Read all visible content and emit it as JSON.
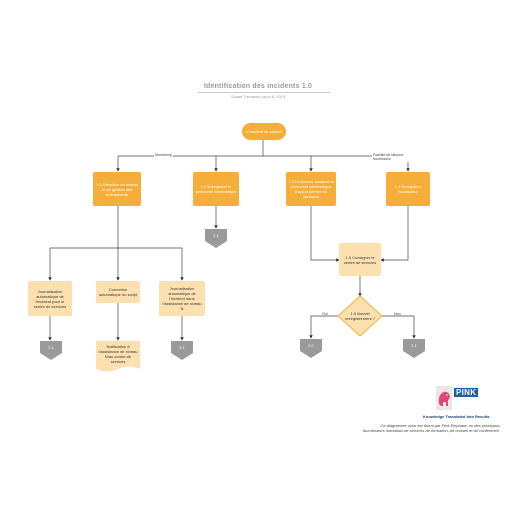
{
  "header": {
    "title": "Identification des incidents 1.0",
    "subtitle": "Susan Trevassa  |  April 8, 2015"
  },
  "nodes": {
    "start": "L'incident se produit",
    "n11": "1.1 Sélection de réseau et de gestion des événements",
    "n12": "1.2 Enregistrer le personnel informatique",
    "n13": "1.3 Le Bureau contacte le personnel informatique d'appui (centre de services)",
    "n14": "1.4 Enregistrer fournisseur",
    "n15": "1.5 Consigner le centre de services",
    "n16": "1.6 Nouvel enregistrement ?",
    "log_a": "Journalisation automatique de l'incident pour le centre de services",
    "corr": "Correction automatique du script",
    "log_b": "Journalisation automatique de l'incident dans l'assistance de niveau N",
    "notif": "Notification à l'assistance de niveau N/au centre de services"
  },
  "edge_labels": {
    "monitoring": "Monitoring",
    "vendor": "Fiabilité de tâtonne fournisseur",
    "yes": "Oui",
    "no": "Non"
  },
  "offpage": {
    "op_12": "2.1",
    "op_a": "2.1",
    "op_b": "2.1",
    "op_yes": "2.0",
    "op_no": "2.1"
  },
  "branding": {
    "logo_text": "PINK",
    "tagline": "Knowledge Translated Into Results",
    "credits": "Ce diagramme vous est fourni par Pink Elephant, un des principaux fournisseurs mondiaux de services de formation, de conseil et de conférence."
  },
  "colors": {
    "orange": "#f6ae3b",
    "pale": "#fce0b0",
    "offpage": "#9a9a9a",
    "brand_blue": "#1a5fa8"
  }
}
